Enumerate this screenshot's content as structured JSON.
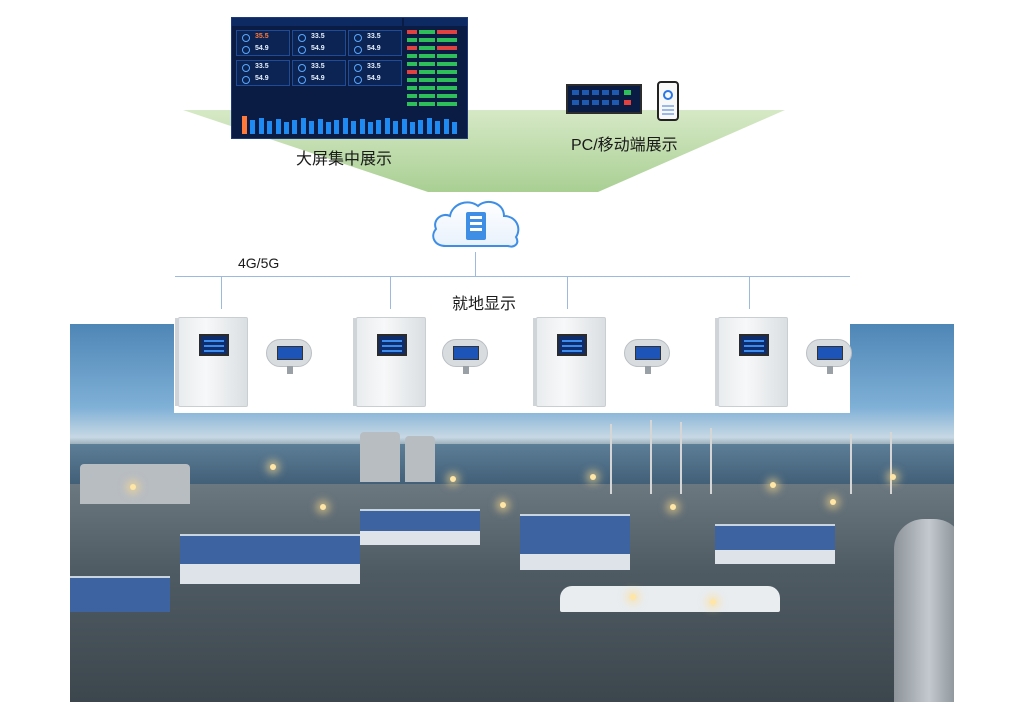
{
  "labels": {
    "big_screen": "大屏集中展示",
    "pc_mobile": "PC/移动端展示",
    "network": "4G/5G",
    "local_display": "就地显示"
  },
  "dashboard_readings": {
    "values": [
      "35.5",
      "33.5",
      "33.5",
      "54.9",
      "54.9",
      "54.9",
      "33.5",
      "33.5",
      "33.5",
      "54.9",
      "54.9",
      "54.9"
    ],
    "unit": "℃"
  },
  "colors": {
    "funnel": "#b9d9a6",
    "network_line": "#9db9dd",
    "cloud": "#3e8ee6",
    "dashboard_bg": "#0a1c44"
  },
  "icons": {
    "cloud_server": "cloud-server-icon"
  }
}
